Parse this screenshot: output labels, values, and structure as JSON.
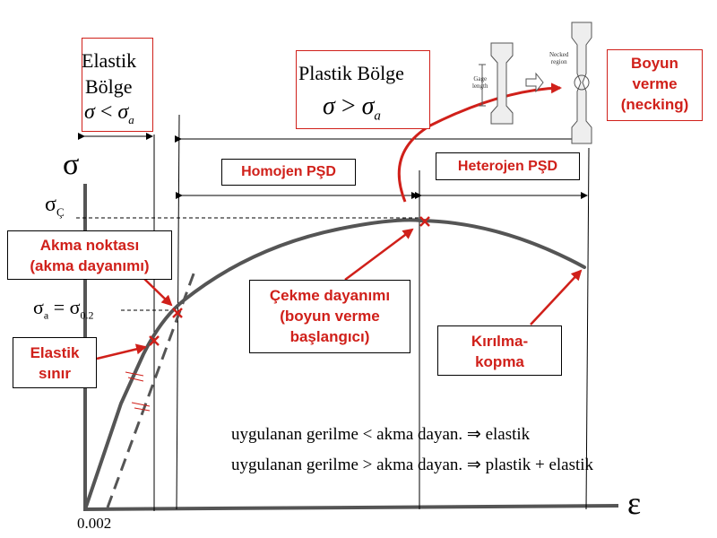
{
  "regions": {
    "elastic": {
      "line1": "Elastik",
      "line2": "Bölge",
      "cond_sigma": "σ",
      "cond_op": "<",
      "cond_sigma_a": "σ",
      "cond_sub": "a"
    },
    "plastic": {
      "title": "Plastik Bölge",
      "cond_sigma": "σ",
      "cond_op": ">",
      "cond_sigma_a": "σ",
      "cond_sub": "a"
    },
    "homojen": "Homojen PŞD",
    "heterojen": "Heterojen PŞD"
  },
  "axes": {
    "y_symbol": "σ",
    "x_symbol": "ε",
    "sigma_c": "σ",
    "sigma_c_sub": "Ç",
    "sigma_a_left": "σ",
    "sigma_a_left_sub": "a",
    "sigma_a_eq": "= σ",
    "sigma_a_right_sub": "0.2",
    "offset_tick": "0.002"
  },
  "annotations": {
    "akma_line1": "Akma noktası",
    "akma_line2": "(akma dayanımı)",
    "elastik_line1": "Elastik",
    "elastik_line2": "sınır",
    "cekme_line1": "Çekme dayanımı",
    "cekme_line2": "(boyun verme",
    "cekme_line3": "başlangıcı)",
    "kirilma_line1": "Kırılma-",
    "kirilma_line2": "kopma",
    "boyun_line1": "Boyun",
    "boyun_line2": "verme",
    "boyun_line3": "(necking)"
  },
  "specimen": {
    "gage_label_1": "Gage",
    "gage_label_2": "length",
    "necked_label_1": "Necked",
    "necked_label_2": "region"
  },
  "rules": {
    "rule1": "uygulanan gerilme < akma dayan. ⇒ elastik",
    "rule2": "uygulanan gerilme > akma dayan. ⇒ plastik + elastik"
  },
  "colors": {
    "accent": "#d0201a",
    "curve": "#555555"
  }
}
